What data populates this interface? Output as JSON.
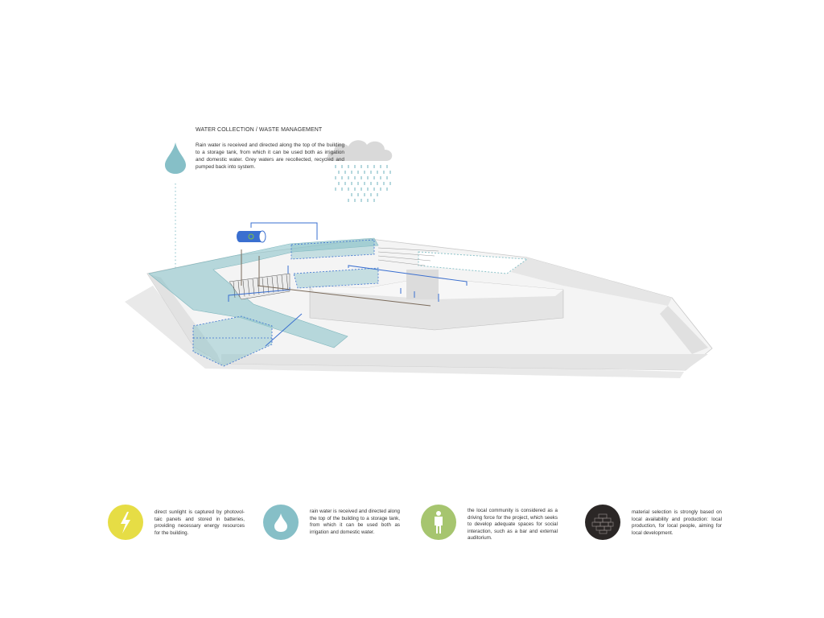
{
  "water_section": {
    "title": "WATER COLLECTION / WASTE MANAGEMENT",
    "description": "Rain water is received and directed  along the top of the building to a storage tank, from which it can be used both as irrigation and domestic water. Grey waters are recollected, recycled and pumped back into system.",
    "icon": "water-drop-icon"
  },
  "colors": {
    "teal": "#8cc3c9",
    "pipe_blue": "#3a6fd0",
    "building_grey": "#e3e3e3",
    "yellow": "#e6dd45",
    "green": "#a6c56f",
    "dark": "#2b2726"
  },
  "features": [
    {
      "icon": "lightning-icon",
      "color": "#e6dd45",
      "text": "direct sunlight is captured by photovol-taic panels and stored in batteries, providing necessary energy resources for the building."
    },
    {
      "icon": "water-drop-icon",
      "color": "#86bfc7",
      "text": "rain water is received and directed along the top of the building to a storage tank, from which it can be used both as irrigation and domestic water."
    },
    {
      "icon": "person-icon",
      "color": "#a6c56f",
      "text": "the local community is considered as a driving force for the project, which seeks to develop adequate spaces for social interaction, such as a bar and external auditorium."
    },
    {
      "icon": "bricks-icon",
      "color": "#2b2726",
      "text": "material selection is strongly based on local availability and production: local production, for local people, aiming for local development."
    }
  ]
}
